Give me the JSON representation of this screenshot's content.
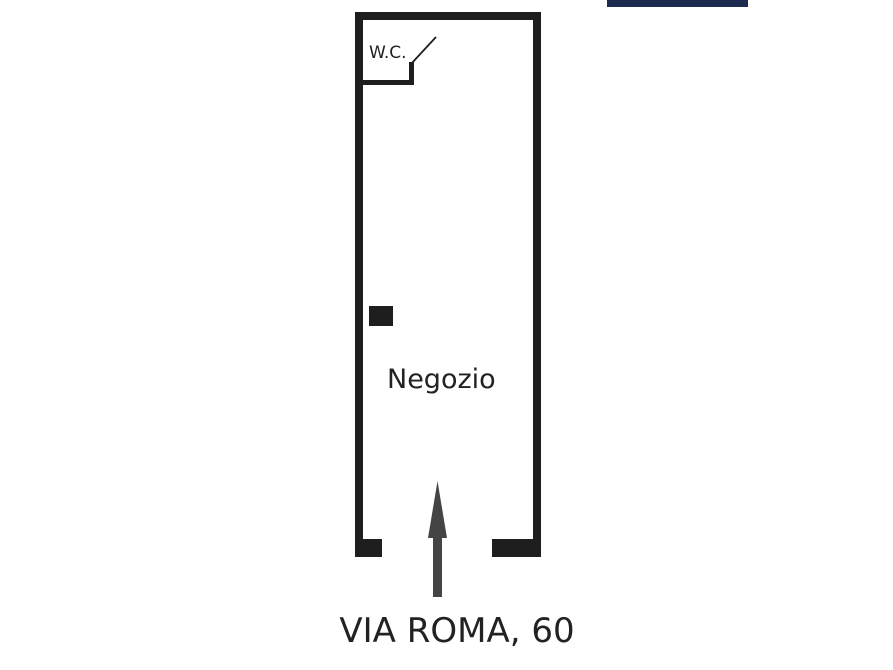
{
  "rooms": {
    "shop": "Negozio",
    "wc": "W.C."
  },
  "street": {
    "label": "VIA ROMA, 60"
  },
  "colors": {
    "wall": "#1e1e1e",
    "arrow": "#444444",
    "accent_bar": "#1b2a4e"
  },
  "icons": {
    "entrance": "arrow-up-icon",
    "pillar": "pillar-square"
  }
}
